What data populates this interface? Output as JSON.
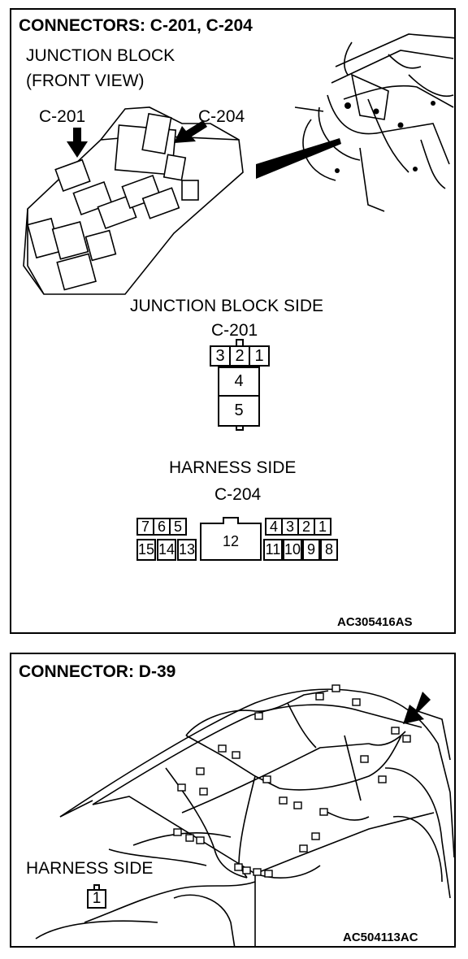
{
  "panel1": {
    "title": "CONNECTORS: C-201, C-204",
    "junction_block_line1": "JUNCTION BLOCK",
    "junction_block_line2": "(FRONT VIEW)",
    "callout_c201": "C-201",
    "callout_c204": "C-204",
    "c201": {
      "side_label": "JUNCTION BLOCK SIDE",
      "name": "C-201",
      "pins": [
        "3",
        "2",
        "1",
        "4",
        "5"
      ]
    },
    "c204": {
      "side_label": "HARNESS SIDE",
      "name": "C-204",
      "top_left": [
        "7",
        "6",
        "5"
      ],
      "top_right": [
        "4",
        "3",
        "2",
        "1"
      ],
      "bottom_left": [
        "15",
        "14",
        "13"
      ],
      "center": "12",
      "bottom_right": [
        "11",
        "10",
        "9",
        "8"
      ]
    },
    "figure_code": "AC305416AS"
  },
  "panel2": {
    "title": "CONNECTOR: D-39",
    "side_label": "HARNESS SIDE",
    "pins": [
      "1"
    ],
    "figure_code": "AC504113AC"
  }
}
